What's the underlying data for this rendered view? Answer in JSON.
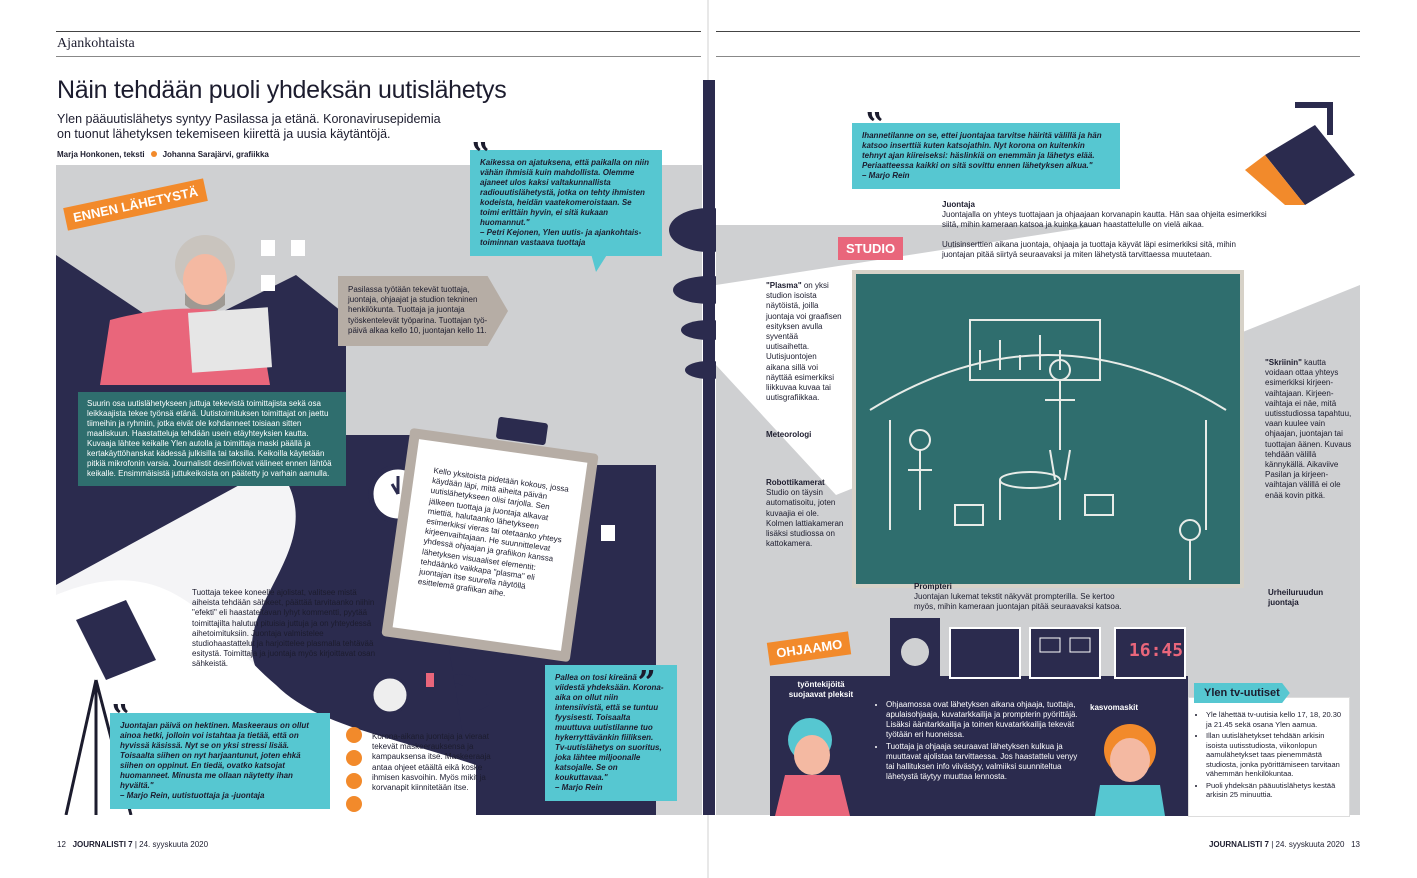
{
  "section": "Ajankohtaista",
  "title": "Näin tehdään puoli yhdeksän uutislähetys",
  "lead": "Ylen pääuutislähetys syntyy Pasilassa ja etänä. Koronavirusepidemia on tuonut lähetyksen tekemiseen kiirettä ja uusia käytäntöjä.",
  "byline": {
    "author": "Marja Honkonen, teksti",
    "graphics": "Johanna Sarajärvi, grafiikka"
  },
  "tags": {
    "before": "ENNEN LÄHETYSTÄ",
    "studio": "STUDIO",
    "control": "OHJAAMO"
  },
  "text": {
    "quote1": "Kaikessa on ajatuksena, että paikalla on niin vähän ihmisiä kuin mahdollista. Olemme ajaneet ulos kaksi valtakunnallista radiouutislähetystä, jotka on tehty ihmisten kodeista, heidän vaatekomeroistaan. Se toimi erittäin hyvin, ei sitä kukaan huomannut.\"\n– Petri Kejonen, Ylen uutis- ja ajankohtais-toiminnan vastaava tuottaja",
    "remote": "Suurin osa uutislähetykseen juttuja tekevistä toimittajista sekä osa leikkaajista tekee työnsä etänä. Uutistoimituksen toimittajat on jaettu tiimeihin ja ryhmiin, jotka eivät ole kohdanneet toisiaan sitten maaliskuun. Haastatteluja tehdään usein etäyhteyksien kautta. Kuvaaja lähtee keikalle Ylen autolla ja toimittaja maski päällä ja kertakäyttöhanskat kädessä julkisilla tai taksilla. Keikoilla käytetään pitkiä mikrofonin varsia. Journalistit desinfioivat välineet ennen lähtöä keikalle. Ensimmäisistä juttukeikoista on päätetty jo varhain aamulla.",
    "pasila": "Pasilassa työtään tekevät tuottaja, juontaja, ohjaajat ja studion tekninen henkilökunta. Tuottaja ja juontaja työskentelevät työparina. Tuottajan työ-päivä alkaa kello 10, juontajan kello 11.",
    "meeting": "Kello yksitoista pidetään kokous, jossa käydään läpi, mitä aiheita päivän uutislähetykseen olisi tarjolla. Sen jälkeen tuottaja ja juontaja alkavat miettiä, halutaanko lähetykseen esimerkiksi vieras tai otetaanko yhteys kirjeenvaihtajaan. He suunnittelevat yhdessä ohjaajan ja grafiikon kanssa lähetyksen visuaaliset elementit: tehdäänkö vaikkapa \"plasma\" eli juontajan itse suurella näytöllä esittelemä grafiikan aihe.",
    "producer": "Tuottaja tekee koneelle ajolistat, valitsee mistä aiheista tehdään sähkeet, päättää tarvitaanko niihin \"efekti\" eli haastateltavan lyhyt kommentti, pyytää toimittajilta halutun pituisia juttuja ja on yhteydessä aihetoimituksiin. Juontaja valmistelee studiohaastattelut ja harjoittelee plasmalla tehtävää esitystä. Toimittaja ja juontaja myös kirjoittavat osan sähkeistä.",
    "quote2": "Juontajan päivä on hektinen. Maskeeraus on ollut ainoa hetki, jolloin voi istahtaa ja tietää, että on hyvissä käsissä. Nyt se on yksi stressi lisää. Toisaalta siihen on nyt harjaantunut, joten ehkä siihen on oppinut. En tiedä, ovatko katsojat huomanneet. Minusta me ollaan näytetty ihan hyvältä.\"\n– Marjo Rein, uutistuottaja ja -juontaja",
    "makeup": "Korona-aikana juontaja ja vieraat tekevät maskeerauksensa ja kampauksensa itse. Maskeeraaja antaa ohjeet etäältä eikä koske ihmisen kasvoihin. Myös mikit ja korvanapit kiinnitetään itse.",
    "quote3": "Pallea on tosi kireänä viidestä yhdeksään. Korona-aika on ollut niin intensiivistä, että se tuntuu fyysisesti. Toisaalta muuttuva uutistilanne tuo hykerryttävänkin fiiliksen. Tv-uutislähetys on suoritus, joka lähtee miljoonalle katsojalle. Se on koukuttavaa.\"\n– Marjo Rein",
    "quote4": "Ihannetilanne on se, ettei juontajaa tarvitse häiritä välillä ja hän katsoo inserttiä kuten katsojathin. Nyt korona on kuitenkin tehnyt ajan kiireiseksi: häslinkiä on enemmän ja lähetys elää. Periaatteessa kaikki on sitä sovittu ennen lähetyksen alkua.\"\n– Marjo Rein",
    "host_title": "Juontaja",
    "host": "Juontajalla on yhteys tuottajaan ja ohjaajaan korvanapin kautta. Hän saa ohjeita esimerkiksi siitä, mihin kameraan katsoa ja kuinka kauan haastattelulle on vielä aikaa.",
    "host2": "Uutisinserttien aikana juontaja, ohjaaja ja tuottaja käyvät läpi esimerkiksi sitä, mihin juontajan pitää siirtyä seuraavaksi ja miten lähetystä tarvittaessa muutetaan.",
    "plasma_title": "\"Plasma\"",
    "plasma": "on yksi studion isoista näytöistä, joilla juontaja voi graafisen esityksen avulla syventää uutisaihetta. Uutisjuontojen aikana sillä voi näyttää esimerkiksi liikkuvaa kuvaa tai uutisgrafiikkaa.",
    "meteo": "Meteorologi",
    "robot_title": "Robottikamerat",
    "robot": "Studio on täysin automatisoitu, joten kuvaajia ei ole. Kolmen lattiakameran lisäksi studiossa on kattokamera.",
    "prompter_title": "Prompteri",
    "prompter": "Juontajan lukemat tekstit näkyvät prompterilla. Se kertoo myös, mihin kameraan juontajan pitää seuraavaksi katsoa.",
    "screen_title": "\"Skriinin\"",
    "screen": "kautta voidaan ottaa yhteys esimerkiksi kirjeen-vaihtajaan. Kirjeen-vaihtaja ei näe, mitä uutisstudiossa tapahtuu, vaan kuulee vain ohjaajan, juontajan tai tuottajan äänen. Kuvaus tehdään välillä kännykällä. Aikaviive Pasilan ja kirjeen-vaihtajan välillä ei ole enää kovin pitkä.",
    "sports": "Urheiluruudun juontaja",
    "shields": "työntekijöitä suojaavat pleksit",
    "masks": "kasvomaskit",
    "control1": "Ohjaamossa ovat lähetyksen aikana ohjaaja, tuottaja, apulaisohjaaja, kuvatarkkailija ja prompterin pyörittäjä. Lisäksi äänitarkkailija ja toinen kuvatarkkailija tekevät työtään eri huoneissa.",
    "control2": "Tuottaja ja ohjaaja seuraavat lähetyksen kulkua ja muuttavat ajolistaa tarvittaessa. Jos haastattelu venyy tai hallituksen info viivästyy, valmiiksi suunniteltua lähetystä täytyy muuttaa lennosta.",
    "clock": "16:45",
    "tv_title": "Ylen tv-uutiset",
    "tv": [
      "Yle lähettää tv-uutisia kello 17, 18, 20.30 ja 21.45 sekä osana Ylen aamua.",
      "Illan uutislähetykset tehdään arkisin isoista uutisstudiosta, viikonlopun aamulähetykset taas pienemmästä studiosta, jonka pyörittämiseen tarvitaan vähemmän henkilökuntaa.",
      "Puoli yhdeksän pääuutislähetys kestää arkisin 25 minuuttia."
    ]
  },
  "footer": {
    "left_page": "12",
    "left_mag": "JOURNALISTI 7",
    "left_date": "| 24. syyskuuta 2020",
    "right_mag": "JOURNALISTI 7",
    "right_date": "| 24. syyskuuta 2020",
    "right_page": "13"
  },
  "colors": {
    "navy": "#2b2b4e",
    "teal": "#2f6e6e",
    "cyan": "#56c7d1",
    "orange": "#f28a2b",
    "grey": "#cfd0d2",
    "pink": "#e9667b"
  }
}
